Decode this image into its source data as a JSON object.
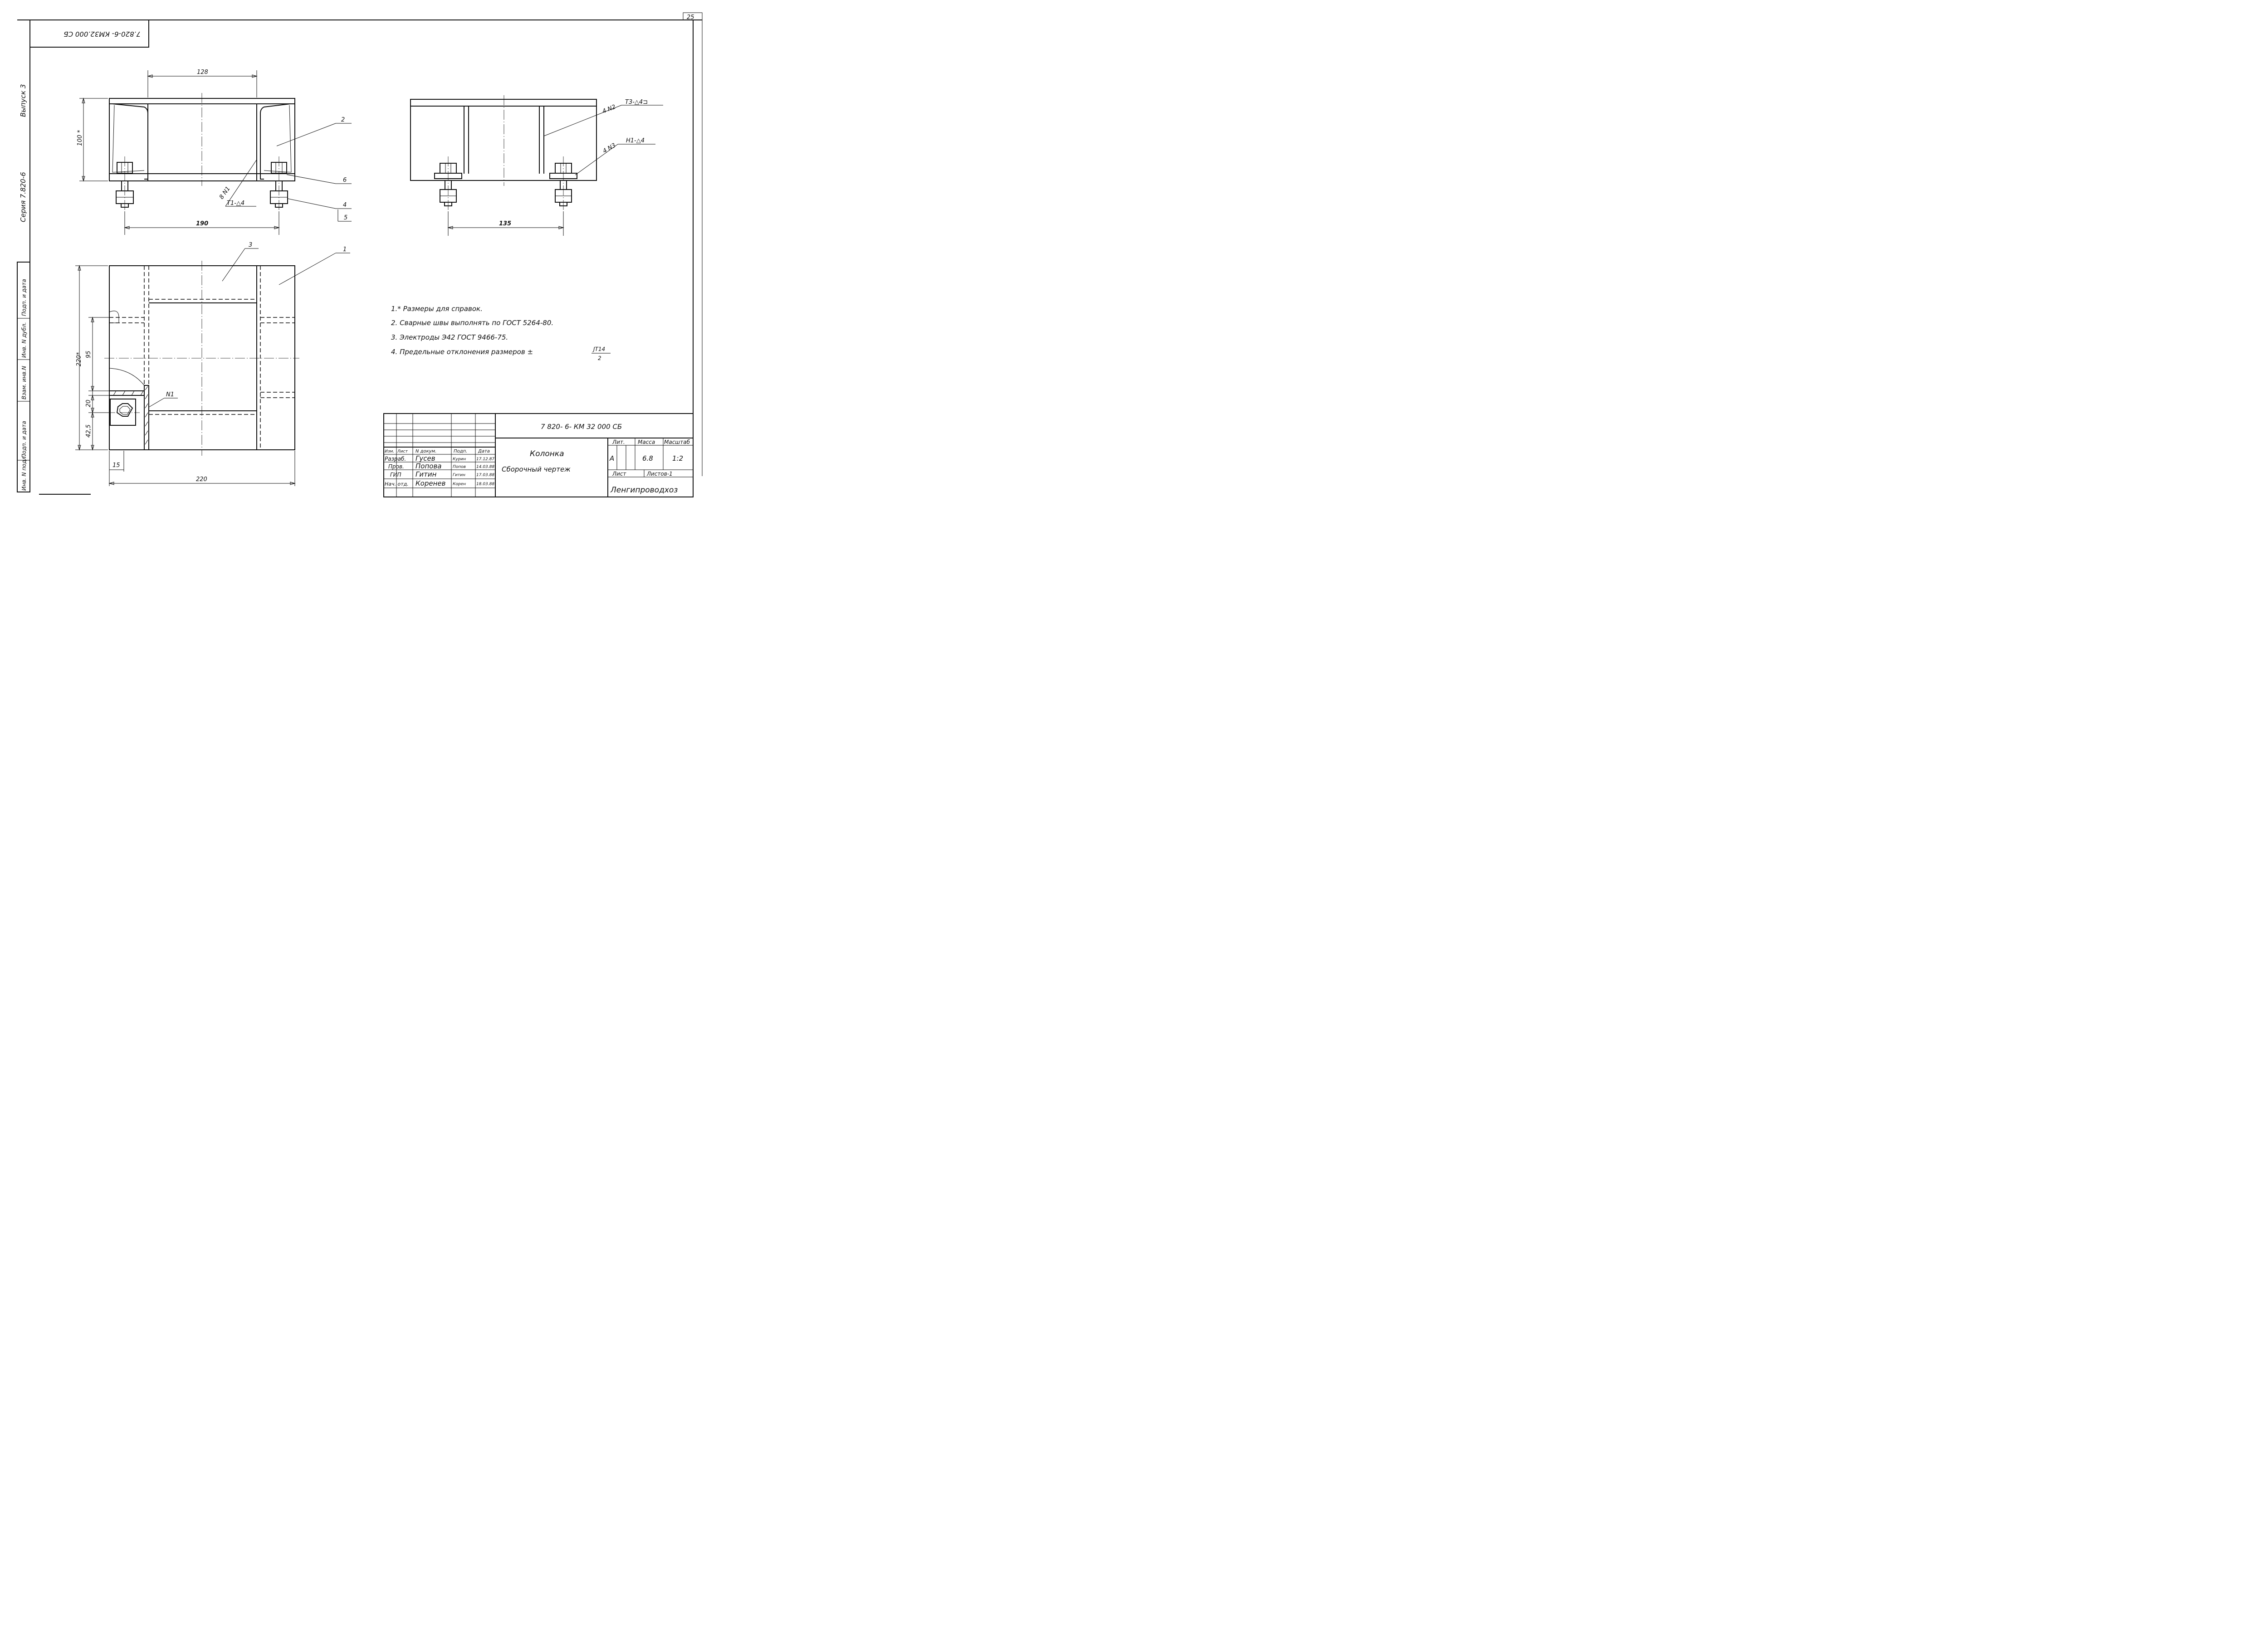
{
  "sheet": {
    "page_number": "25",
    "doc_code_rotated": "7.820-6- КМ32.000 СБ"
  },
  "side_margin": {
    "issue": "Выпуск 3",
    "series": "Серия 7.820-6"
  },
  "margin_stamp": [
    "Подп. и дата",
    "Инв. N дубл.",
    "Взам. инв.N",
    "Подп. и дата",
    "Инв. N подл."
  ],
  "dimensions": {
    "d128": "128",
    "d100": "100 *",
    "d190": "190",
    "d135": "135",
    "d220v": "220*",
    "d95": "95",
    "d20": "20",
    "d42": "42,5",
    "d15": "15",
    "d220h": "220"
  },
  "callouts": {
    "p1": "1",
    "p2": "2",
    "p3": "3",
    "p4": "4",
    "p5": "5",
    "p6": "6",
    "weld1_count": "8 N1",
    "weld1_spec": "Т1-△4",
    "weld2_count": "4 N2",
    "weld2_spec": "Т3-△4⊐",
    "weld3_count": "4 N3",
    "weld3_spec": "Н1-△4",
    "node": "N1"
  },
  "notes": [
    "1.* Размеры для справок.",
    "2. Сварные швы выполнять по ГОСТ 5264-80.",
    "3. Электроды Э42 ГОСТ 9466-75.",
    "4. Предельные отклонения размеров ±"
  ],
  "tolerance": {
    "num": "JT14",
    "den": "2"
  },
  "title_block": {
    "doc_number": "7 820- 6- КМ 32 000 СБ",
    "name": "Колонка",
    "subname": "Сборочный чертеж",
    "col_izm": "Изм.",
    "col_list": "Лист",
    "col_doc": "N докум.",
    "col_sign": "Подп.",
    "col_date": "Дата",
    "rows": [
      {
        "role": "Разраб.",
        "name": "Гусев",
        "sign": "Курин",
        "date": "17.12.87"
      },
      {
        "role": "Пров.",
        "name": "Попова",
        "sign": "Попов",
        "date": "14.03.88"
      },
      {
        "role": "ГИП",
        "name": "Гитин",
        "sign": "Гитин",
        "date": "17.03.88"
      },
      {
        "role": "Нач. отд.",
        "name": "Коренев",
        "sign": "Корен",
        "date": "18.03.88"
      }
    ],
    "lit_label": "Лит.",
    "mass_label": "Масса",
    "scale_label": "Масштаб",
    "lit": "А",
    "mass": "6.8",
    "scale": "1:2",
    "sheet_label": "Лист",
    "sheets_label": "Листов-1",
    "org": "Ленгипроводхоз"
  }
}
